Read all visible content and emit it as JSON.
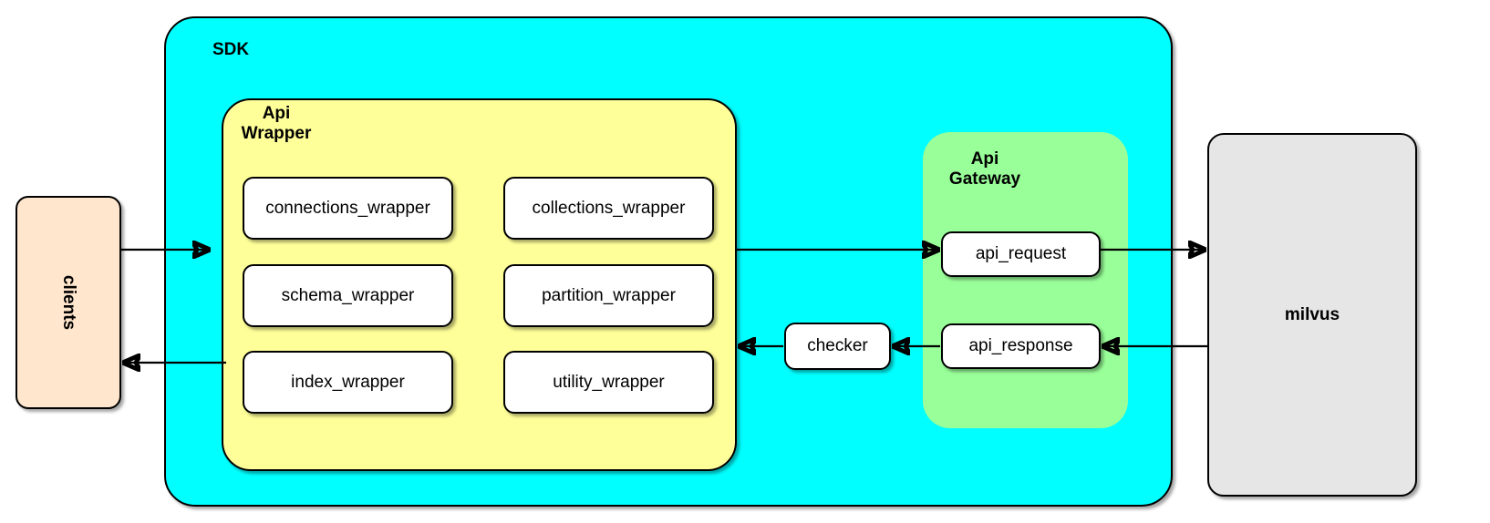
{
  "diagram": {
    "title_text_visible": false,
    "containers": {
      "sdk": {
        "label": "SDK",
        "color": "#00ffff"
      },
      "api_wrapper": {
        "label": "Api\nWrapper",
        "color": "#ffff99"
      },
      "api_gateway": {
        "label": "Api\nGateway",
        "color": "#99ff99"
      }
    },
    "nodes": {
      "clients": {
        "label": "clients",
        "color": "#ffe6cc",
        "rotated": true
      },
      "milvus": {
        "label": "milvus",
        "color": "#e6e6e6"
      },
      "checker": {
        "label": "checker",
        "color": "#ffffff"
      },
      "api_request": {
        "label": "api_request",
        "color": "#ffffff"
      },
      "api_response": {
        "label": "api_response",
        "color": "#ffffff"
      }
    },
    "wrappers": [
      {
        "label": "connections_wrapper"
      },
      {
        "label": "collections_wrapper"
      },
      {
        "label": "schema_wrapper"
      },
      {
        "label": "partition_wrapper"
      },
      {
        "label": "index_wrapper"
      },
      {
        "label": "utility_wrapper"
      }
    ],
    "edges": [
      {
        "name": "clients-to-api-wrapper",
        "from": "clients",
        "to": "api_wrapper",
        "direction": "right"
      },
      {
        "name": "api-wrapper-to-api-gateway",
        "from": "api_wrapper",
        "to": "api_gateway",
        "direction": "right"
      },
      {
        "name": "api-request-to-milvus",
        "from": "api_request",
        "to": "milvus",
        "direction": "right"
      },
      {
        "name": "milvus-to-api-response",
        "from": "milvus",
        "to": "api_response",
        "direction": "left"
      },
      {
        "name": "api-response-to-checker",
        "from": "api_response",
        "to": "checker",
        "direction": "left"
      },
      {
        "name": "checker-to-api-wrapper",
        "from": "checker",
        "to": "api_wrapper",
        "direction": "left"
      },
      {
        "name": "sdk-to-clients",
        "from": "sdk",
        "to": "clients",
        "direction": "left"
      }
    ]
  }
}
